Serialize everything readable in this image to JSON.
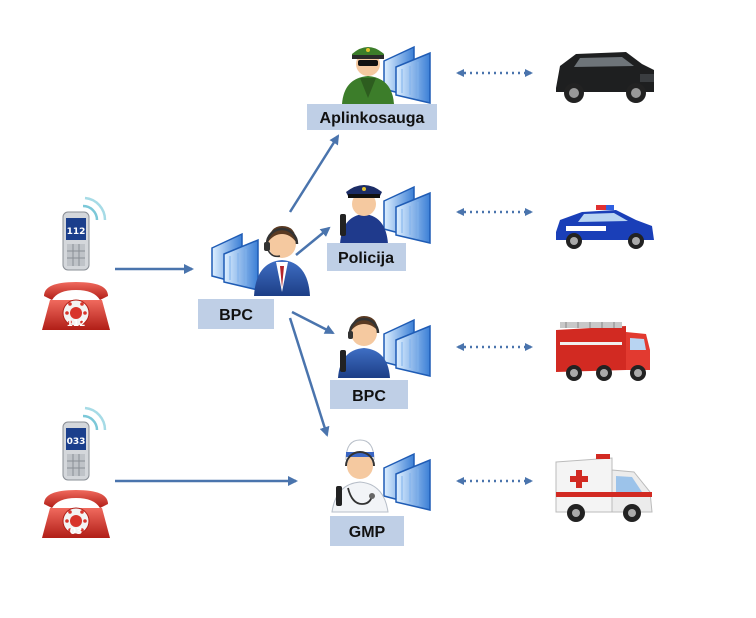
{
  "colors": {
    "arrow": "#4a74ad",
    "dotted_arrow": "#4a74ad",
    "label_bg": "#bfcfe6",
    "monitor": "#2f6fd0",
    "phone_red": "#d8342b"
  },
  "callers": [
    {
      "mobile_number": "112",
      "phone_number": "112",
      "icons": [
        "mobile-phone-icon",
        "telephone-icon"
      ]
    },
    {
      "mobile_number": "033",
      "phone_number": "03",
      "icons": [
        "mobile-phone-icon",
        "telephone-icon"
      ]
    }
  ],
  "center": {
    "label": "BPC",
    "icon": "dispatcher-headset-icon"
  },
  "services": [
    {
      "label": "Aplinkosauga",
      "operator_icon": "environmental-officer-icon",
      "vehicle_icon": "suv-icon"
    },
    {
      "label": "Policija",
      "operator_icon": "police-officer-icon",
      "vehicle_icon": "police-car-icon"
    },
    {
      "label": "BPC",
      "operator_icon": "fire-dispatcher-icon",
      "vehicle_icon": "fire-truck-icon"
    },
    {
      "label": "GMP",
      "operator_icon": "medical-dispatcher-icon",
      "vehicle_icon": "ambulance-icon"
    }
  ]
}
